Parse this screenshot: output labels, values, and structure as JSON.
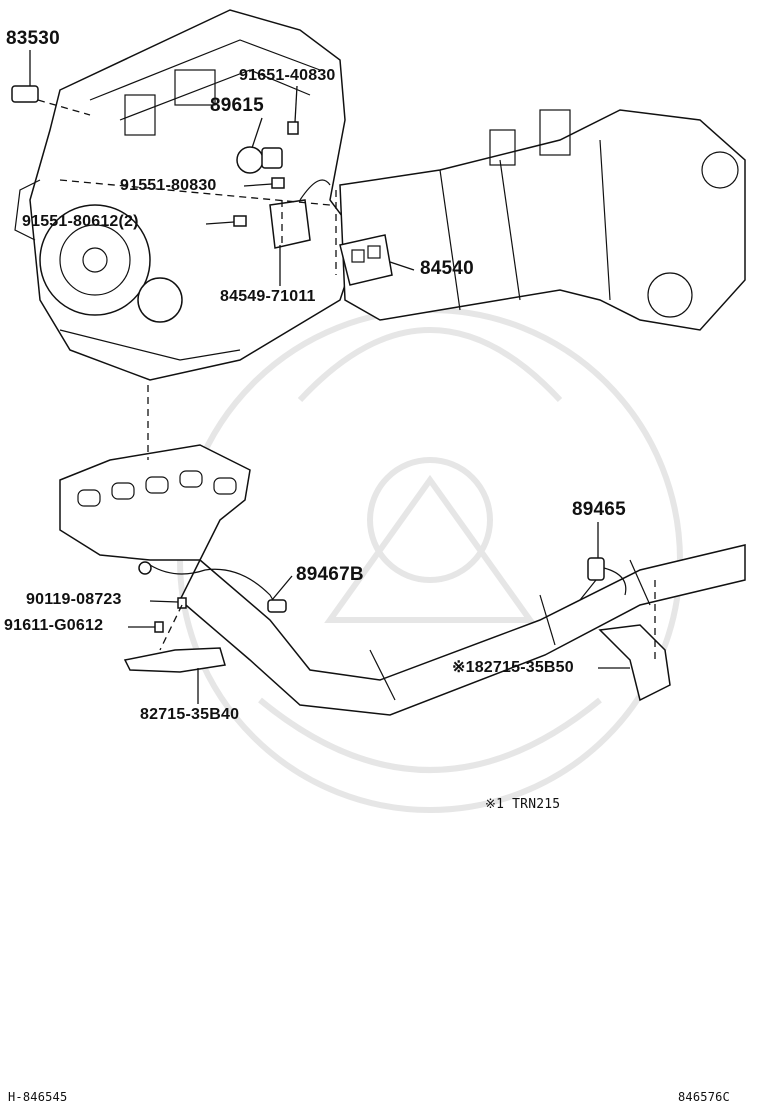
{
  "labels": {
    "p83530": "83530",
    "p91651_40830": "91651-40830",
    "p89615": "89615",
    "p91551_80830": "91551-80830",
    "p91551_80612": "91551-80612(2)",
    "p84540": "84540",
    "p84549_71011": "84549-71011",
    "p89465": "89465",
    "p89467B": "89467B",
    "p90119_08723": "90119-08723",
    "p91611_G0612": "91611-G0612",
    "p82715_35B50": "※182715-35B50",
    "p82715_35B40": "82715-35B40"
  },
  "footnote": "※1  TRN215",
  "footer": {
    "left_code": "H-846545",
    "right_code": "846576C"
  }
}
